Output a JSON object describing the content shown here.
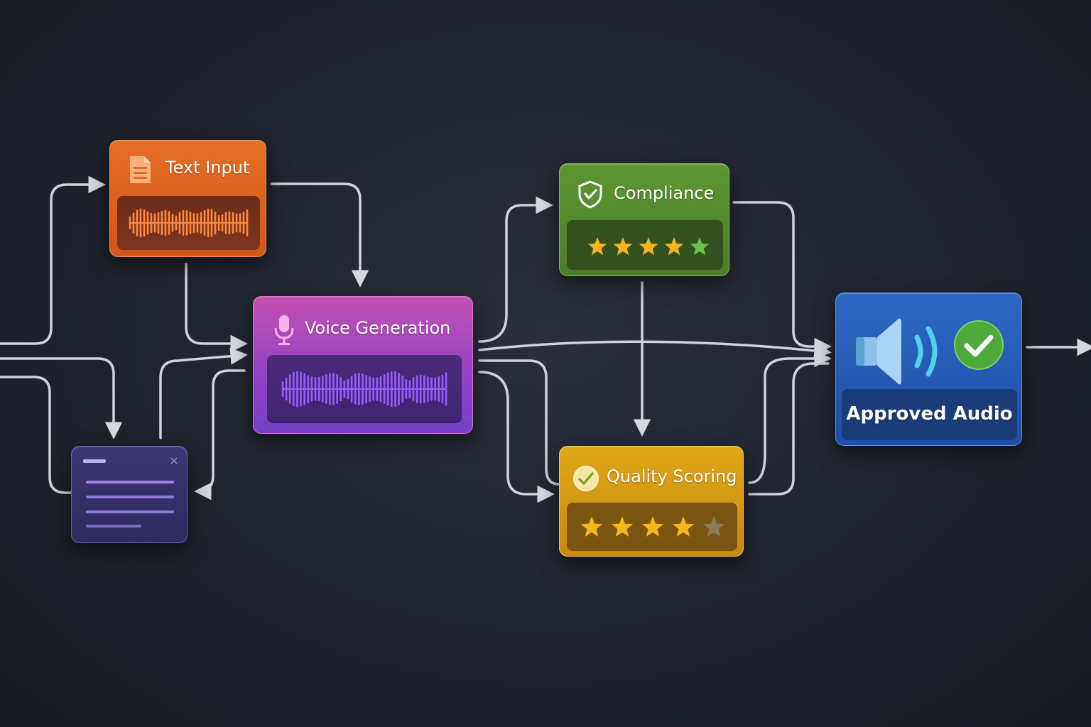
{
  "nodes": {
    "text_input": {
      "title": "Text Input",
      "icon": "document-icon",
      "color": "#e46f24"
    },
    "voice_generation": {
      "title": "Voice Generation",
      "icon": "microphone-icon",
      "color": "#b44bbd"
    },
    "compliance": {
      "title": "Compliance",
      "icon": "shield-check-icon",
      "color": "#5e9633",
      "rating": 5
    },
    "quality_scoring": {
      "title": "Quality Scoring",
      "icon": "check-circle-icon",
      "color": "#e0a718",
      "rating": 4,
      "rating_max": 5
    },
    "approved_audio": {
      "title": "Approved Audio",
      "icon": "speaker-check-icon",
      "color": "#2e67c4"
    },
    "text_panel": {
      "icon": "close-icon",
      "color": "#3e3677"
    }
  },
  "connector_color": "#e6e8ee"
}
